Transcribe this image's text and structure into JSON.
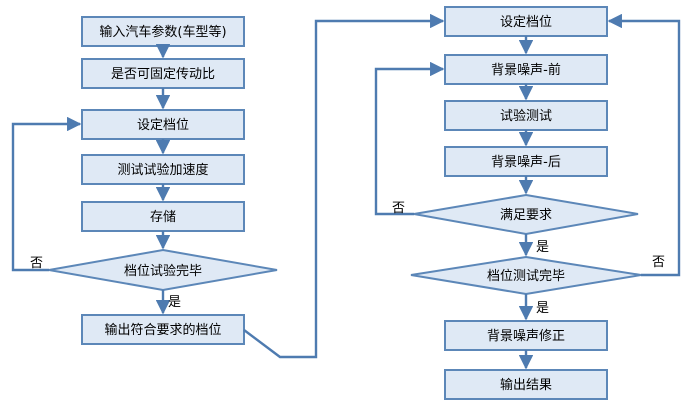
{
  "left_column": {
    "input_params": "输入汽车参数(车型等)",
    "fixed_ratio": "是否可固定传动比",
    "set_gear": "设定档位",
    "test_accel": "测试试验加速度",
    "store": "存储",
    "gear_test_done": "档位试验完毕",
    "output_gears": "输出符合要求的档位",
    "yes_label": "是",
    "no_label": "否"
  },
  "right_column": {
    "set_gear": "设定档位",
    "noise_before": "背景噪声-前",
    "trial_test": "试验测试",
    "noise_after": "背景噪声-后",
    "meets_req": "满足要求",
    "gear_test_done": "档位测试完毕",
    "noise_correct": "背景噪声修正",
    "output_result": "输出结果",
    "yes_label_1": "是",
    "no_label_1": "否",
    "yes_label_2": "是",
    "no_label_2": "否"
  }
}
